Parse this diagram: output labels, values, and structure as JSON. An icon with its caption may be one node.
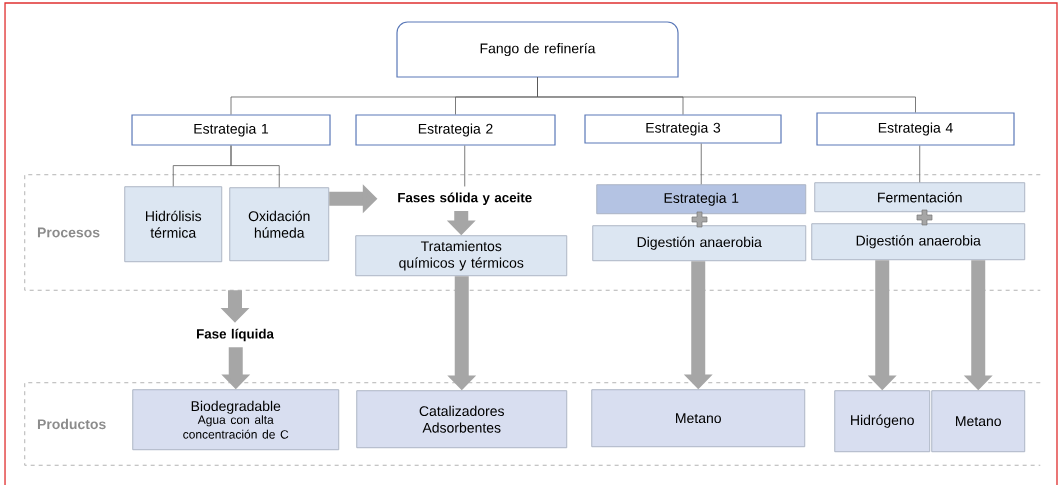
{
  "diagram": {
    "nodes": [
      {
        "text": [
          "Fango de refinería"
        ]
      },
      {
        "text": [
          "Estrategia 1"
        ]
      },
      {
        "text": [
          "Estrategia 2"
        ]
      },
      {
        "text": [
          "Estrategia 3"
        ]
      },
      {
        "text": [
          "Estrategia 4"
        ]
      },
      {
        "text": [
          "Procesos"
        ]
      },
      {
        "text": [
          "Hidrólisis térmica"
        ],
        "in": 5
      },
      {
        "text": [
          "Oxidación húmeda"
        ],
        "in": 5
      },
      {
        "text": [
          "Fases sólida y aceite"
        ],
        "in": 5
      },
      {
        "text": [
          "Tratamientos químicos y térmicos"
        ],
        "in": 5
      },
      {
        "text": [
          "Estrategia 1"
        ],
        "in": 5
      },
      {
        "text": [
          "Digestión anaerobia"
        ],
        "in": 5
      },
      {
        "text": [
          "Fermentación"
        ],
        "in": 5
      },
      {
        "text": [
          "Digestión anaerobia"
        ],
        "in": 5
      },
      {
        "text": [
          "Fase líquida"
        ]
      },
      {
        "text": [
          "Productos"
        ]
      },
      {
        "text": [
          "Biodegradable",
          "Agua con alta concentración de C"
        ],
        "in": 15
      },
      {
        "text": [
          "Catalizadores Adsorbentes"
        ],
        "in": 15
      },
      {
        "text": [
          "Metano"
        ],
        "in": 15
      },
      {
        "text": [
          "Hidrógeno"
        ],
        "in": 15
      },
      {
        "text": [
          "Metano"
        ],
        "in": 15
      }
    ],
    "edges": [
      {
        "from": 0,
        "to": 1,
        "arrow": "none"
      },
      {
        "from": 0,
        "to": 2,
        "arrow": "none"
      },
      {
        "from": 0,
        "to": 3,
        "arrow": "none"
      },
      {
        "from": 0,
        "to": 4,
        "arrow": "none"
      },
      {
        "from": 1,
        "to": 6,
        "arrow": "none"
      },
      {
        "from": 1,
        "to": 7,
        "arrow": "none"
      },
      {
        "from": 2,
        "to": 8,
        "arrow": "none"
      },
      {
        "from": 3,
        "to": 10,
        "arrow": "none"
      },
      {
        "from": 4,
        "to": 12,
        "arrow": "none"
      },
      {
        "from": 7,
        "to": 8,
        "arrow": "to",
        "style": "thick",
        "color": "#a6a6a6"
      },
      {
        "from": 8,
        "to": 9,
        "arrow": "to",
        "style": "thick",
        "color": "#a6a6a6"
      },
      {
        "from": 5,
        "to": 14,
        "arrow": "to",
        "style": "thick",
        "color": "#a6a6a6"
      },
      {
        "from": 14,
        "to": 16,
        "arrow": "to",
        "style": "thick",
        "color": "#a6a6a6"
      },
      {
        "from": 9,
        "to": 17,
        "arrow": "to",
        "style": "thick",
        "color": "#a6a6a6"
      },
      {
        "from": 11,
        "to": 18,
        "arrow": "to",
        "style": "thick",
        "color": "#a6a6a6"
      },
      {
        "from": 13,
        "to": 19,
        "arrow": "to",
        "style": "thick",
        "color": "#a6a6a6"
      },
      {
        "from": 13,
        "to": 20,
        "arrow": "to",
        "style": "thick",
        "color": "#a6a6a6"
      }
    ]
  }
}
